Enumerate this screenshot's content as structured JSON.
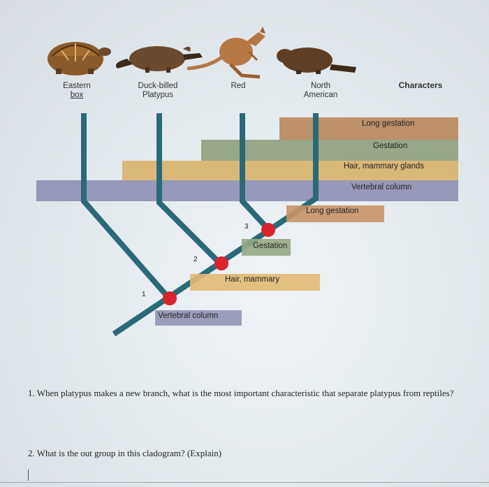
{
  "taxa": [
    {
      "line1": "Eastern",
      "line2": "box",
      "icon": "box-turtle-icon",
      "color": "#8a5a2b"
    },
    {
      "line1": "Duck-billed",
      "line2": "Platypus",
      "icon": "platypus-icon",
      "color": "#6b4a2e"
    },
    {
      "line1": "Red",
      "line2": "",
      "icon": "kangaroo-icon",
      "color": "#b57845"
    },
    {
      "line1": "North",
      "line2": "American",
      "icon": "beaver-icon",
      "color": "#5e3f26"
    }
  ],
  "characters_heading": "Characters",
  "character_bars": [
    {
      "label": "Long gestation",
      "color": "#b8875a"
    },
    {
      "label": "Gestation",
      "color": "#8fa07d"
    },
    {
      "label": "Hair, mammary glands",
      "color": "#d8b36a"
    },
    {
      "label": "Vertebral column",
      "color": "#8d8fb0"
    }
  ],
  "node_markers": [
    "1",
    "2",
    "3"
  ],
  "trunk_labels": [
    {
      "label": "Vertebral column",
      "color": "#8d8fb0"
    },
    {
      "label": "Hair, mammary",
      "color": "#e2ba74"
    },
    {
      "label": "Gestation",
      "color": "#97a886"
    },
    {
      "label": "Long gestation",
      "color": "#c99366"
    }
  ],
  "colors": {
    "branch": "#2a6a78",
    "node": "#d9232e"
  },
  "questions": [
    {
      "text": "1. When platypus makes a new branch, what is the most important characteristic that separate platypus from reptiles?"
    },
    {
      "text": "2. What is the out group in this cladogram? (Explain)"
    }
  ]
}
